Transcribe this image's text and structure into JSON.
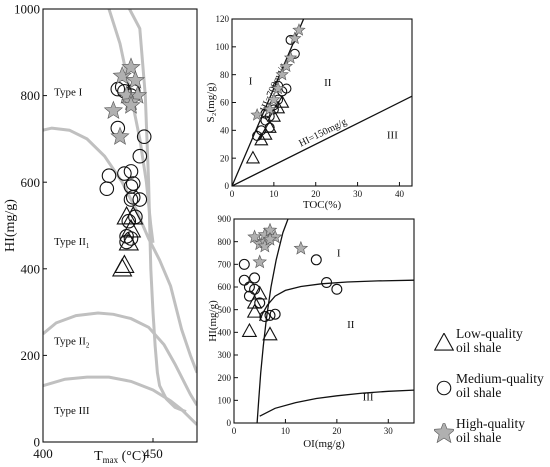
{
  "marker_labels": {
    "low": "Low-quality oil shale",
    "medium": "Medium-quality oil shale",
    "high": "High-quality oil shale"
  },
  "legend": [
    {
      "key": "low",
      "line1": "Low-quality",
      "line2": "oil shale"
    },
    {
      "key": "medium",
      "line1": "Medium-quality",
      "line2": "oil shale"
    },
    {
      "key": "high",
      "line1": "High-quality",
      "line2": "oil shale"
    }
  ],
  "colors": {
    "boundary": "#c0c0c0",
    "star_fill": "#b0b0b0",
    "axis": "#111111"
  },
  "chart_data": [
    {
      "id": "hi-tmax",
      "type": "scatter",
      "xlabel": "T",
      "xlabel_sub": "max",
      "xlabel_unit": "(°C)",
      "ylabel": "HI(mg/g)",
      "xlim": [
        400,
        470
      ],
      "ylim": [
        0,
        1000
      ],
      "xticks": [
        400,
        450
      ],
      "yticks": [
        0,
        200,
        400,
        600,
        800,
        1000
      ],
      "regions": [
        {
          "text": "Type I",
          "x": 405,
          "y": 800,
          "sub": ""
        },
        {
          "text": "Type II",
          "x": 405,
          "y": 455,
          "sub": "1"
        },
        {
          "text": "Type II",
          "x": 405,
          "y": 225,
          "sub": "2"
        },
        {
          "text": "Type III",
          "x": 405,
          "y": 65,
          "sub": ""
        }
      ],
      "boundaries": [
        {
          "points": [
            [
              439.3,
              1000
            ],
            [
              444,
              955
            ],
            [
              446.5,
              800
            ],
            [
              448,
              600
            ],
            [
              449,
              400
            ],
            [
              450,
              300
            ],
            [
              451,
              220
            ],
            [
              452,
              160
            ],
            [
              453,
              130
            ],
            [
              456,
              100
            ],
            [
              460,
              80
            ],
            [
              465,
              70
            ]
          ]
        },
        {
          "points": [
            [
              430,
              1000
            ],
            [
              435,
              920
            ],
            [
              440,
              800
            ],
            [
              444,
              700
            ],
            [
              447,
              600
            ],
            [
              449,
              500
            ],
            [
              450,
              460
            ]
          ]
        },
        {
          "points": [
            [
              400,
              720
            ],
            [
              404,
              725
            ],
            [
              412,
              720
            ],
            [
              420,
              700
            ],
            [
              428,
              660
            ],
            [
              436,
              600
            ],
            [
              442,
              540
            ],
            [
              448,
              470
            ],
            [
              453,
              420
            ],
            [
              458,
              360
            ],
            [
              461,
              300
            ],
            [
              463,
              260
            ],
            [
              465,
              230
            ],
            [
              467,
              200
            ],
            [
              470,
              160
            ]
          ]
        },
        {
          "points": [
            [
              400,
              250
            ],
            [
              406,
              275
            ],
            [
              415,
              292
            ],
            [
              425,
              298
            ],
            [
              432,
              295
            ],
            [
              440,
              285
            ],
            [
              448,
              265
            ],
            [
              455,
              225
            ],
            [
              460,
              180
            ],
            [
              464,
              140
            ],
            [
              467,
              110
            ],
            [
              470,
              85
            ]
          ]
        },
        {
          "points": [
            [
              400,
              130
            ],
            [
              410,
              145
            ],
            [
              420,
              150
            ],
            [
              430,
              150
            ],
            [
              440,
              140
            ],
            [
              450,
              120
            ],
            [
              458,
              95
            ],
            [
              463,
              75
            ],
            [
              467,
              55
            ],
            [
              470,
              40
            ]
          ]
        }
      ],
      "series": [
        {
          "key": "low",
          "points": [
            [
              436,
              400
            ],
            [
              437,
              408
            ],
            [
              438,
              520
            ],
            [
              439,
              460
            ],
            [
              440,
              490
            ],
            [
              441,
              520
            ]
          ]
        },
        {
          "key": "medium",
          "points": [
            [
              434,
              815
            ],
            [
              436,
              820
            ],
            [
              437,
              810
            ],
            [
              440,
              800
            ],
            [
              441,
              810
            ],
            [
              434,
              725
            ],
            [
              446,
              705
            ],
            [
              444,
              660
            ],
            [
              440,
              625
            ],
            [
              437,
              620
            ],
            [
              430,
              615
            ],
            [
              429,
              585
            ],
            [
              441,
              597
            ],
            [
              440,
              590
            ],
            [
              440,
              560
            ],
            [
              441,
              565
            ],
            [
              444,
              560
            ],
            [
              439,
              510
            ],
            [
              442,
              520
            ],
            [
              438,
              475
            ],
            [
              438,
              462
            ],
            [
              440,
              470
            ]
          ]
        },
        {
          "key": "high",
          "points": [
            [
              436,
              845
            ],
            [
              440,
              865
            ],
            [
              442,
              835
            ],
            [
              443,
              800
            ],
            [
              438,
              800
            ],
            [
              440,
              785
            ],
            [
              440,
              777
            ],
            [
              432,
              765
            ],
            [
              435,
              705
            ]
          ]
        }
      ]
    },
    {
      "id": "s2-toc",
      "type": "scatter",
      "xlabel": "TOC(%)",
      "ylabel": "S₂(mg/g)",
      "xlim": [
        0,
        43
      ],
      "ylim": [
        0,
        120
      ],
      "xticks": [
        0,
        10,
        20,
        30,
        40
      ],
      "yticks": [
        0,
        20,
        40,
        60,
        80,
        100,
        120
      ],
      "regions": [
        {
          "text": "I",
          "x": 4,
          "y": 73
        },
        {
          "text": "II",
          "x": 22,
          "y": 72
        },
        {
          "text": "III",
          "x": 37,
          "y": 34
        }
      ],
      "lines": [
        {
          "label": "HI=700mg/g",
          "points": [
            [
              0,
              0
            ],
            [
              17.1,
              120
            ]
          ]
        },
        {
          "label": "HI=150mg/g",
          "points": [
            [
              0,
              0
            ],
            [
              43,
              64.5
            ]
          ]
        }
      ],
      "series": [
        {
          "key": "low",
          "points": [
            [
              5,
              20
            ],
            [
              7,
              33
            ],
            [
              8,
              37
            ],
            [
              9,
              42
            ],
            [
              10,
              50
            ],
            [
              11,
              56
            ],
            [
              12,
              60
            ]
          ]
        },
        {
          "key": "medium",
          "points": [
            [
              6,
              36
            ],
            [
              7,
              40
            ],
            [
              8,
              47
            ],
            [
              9,
              50
            ],
            [
              10,
              55
            ],
            [
              11,
              62
            ],
            [
              9,
              42
            ],
            [
              10,
              58
            ],
            [
              12,
              68
            ],
            [
              13,
              70
            ],
            [
              15,
              95
            ],
            [
              14,
              105
            ],
            [
              11,
              72
            ],
            [
              8,
              52
            ]
          ]
        },
        {
          "key": "high",
          "points": [
            [
              6,
              51
            ],
            [
              9,
              55
            ],
            [
              10,
              62
            ],
            [
              11,
              70
            ],
            [
              12,
              80
            ],
            [
              13,
              86
            ],
            [
              14,
              92
            ],
            [
              15,
              106
            ],
            [
              16,
              112
            ]
          ]
        }
      ]
    },
    {
      "id": "hi-oi",
      "type": "scatter",
      "xlabel": "OI(mg/g)",
      "ylabel": "HI(mg/g)",
      "xlim": [
        0,
        35
      ],
      "ylim": [
        0,
        900
      ],
      "xticks": [
        0,
        10,
        20,
        30
      ],
      "yticks": [
        0,
        100,
        200,
        300,
        400,
        500,
        600,
        700,
        800,
        900
      ],
      "regions": [
        {
          "text": "I",
          "x": 20,
          "y": 735
        },
        {
          "text": "II",
          "x": 22,
          "y": 420
        },
        {
          "text": "III",
          "x": 25,
          "y": 100
        }
      ],
      "boundaries": [
        {
          "points": [
            [
              4.5,
              0
            ],
            [
              4.8,
              100
            ],
            [
              5.2,
              220
            ],
            [
              5.7,
              340
            ],
            [
              6.3,
              460
            ],
            [
              7.2,
              600
            ],
            [
              8.2,
              720
            ],
            [
              9.5,
              840
            ],
            [
              10.5,
              900
            ]
          ]
        },
        {
          "points": [
            [
              5,
              450
            ],
            [
              5.5,
              480
            ],
            [
              6.5,
              520
            ],
            [
              8,
              560
            ],
            [
              10,
              585
            ],
            [
              13,
              602
            ],
            [
              17,
              614
            ],
            [
              22,
              622
            ],
            [
              28,
              627
            ],
            [
              35,
              630
            ]
          ]
        },
        {
          "points": [
            [
              5,
              30
            ],
            [
              8,
              65
            ],
            [
              12,
              90
            ],
            [
              16,
              108
            ],
            [
              20,
              120
            ],
            [
              25,
              132
            ],
            [
              30,
              140
            ],
            [
              35,
              145
            ]
          ]
        }
      ],
      "series": [
        {
          "key": "low",
          "points": [
            [
              3,
              405
            ],
            [
              4,
              490
            ],
            [
              4,
              530
            ],
            [
              5,
              570
            ],
            [
              7,
              390
            ]
          ]
        },
        {
          "key": "medium",
          "points": [
            [
              2,
              630
            ],
            [
              3,
              600
            ],
            [
              4,
              590
            ],
            [
              4,
              640
            ],
            [
              3,
              560
            ],
            [
              5,
              530
            ],
            [
              6,
              470
            ],
            [
              7,
              475
            ],
            [
              8,
              480
            ],
            [
              16,
              720
            ],
            [
              18,
              620
            ],
            [
              20,
              590
            ],
            [
              2,
              700
            ]
          ]
        },
        {
          "key": "high",
          "points": [
            [
              4,
              820
            ],
            [
              5,
              790
            ],
            [
              6,
              800
            ],
            [
              6,
              830
            ],
            [
              7,
              850
            ],
            [
              8,
              820
            ],
            [
              6,
              780
            ],
            [
              7,
              810
            ],
            [
              13,
              770
            ],
            [
              5,
              710
            ]
          ]
        }
      ]
    }
  ]
}
